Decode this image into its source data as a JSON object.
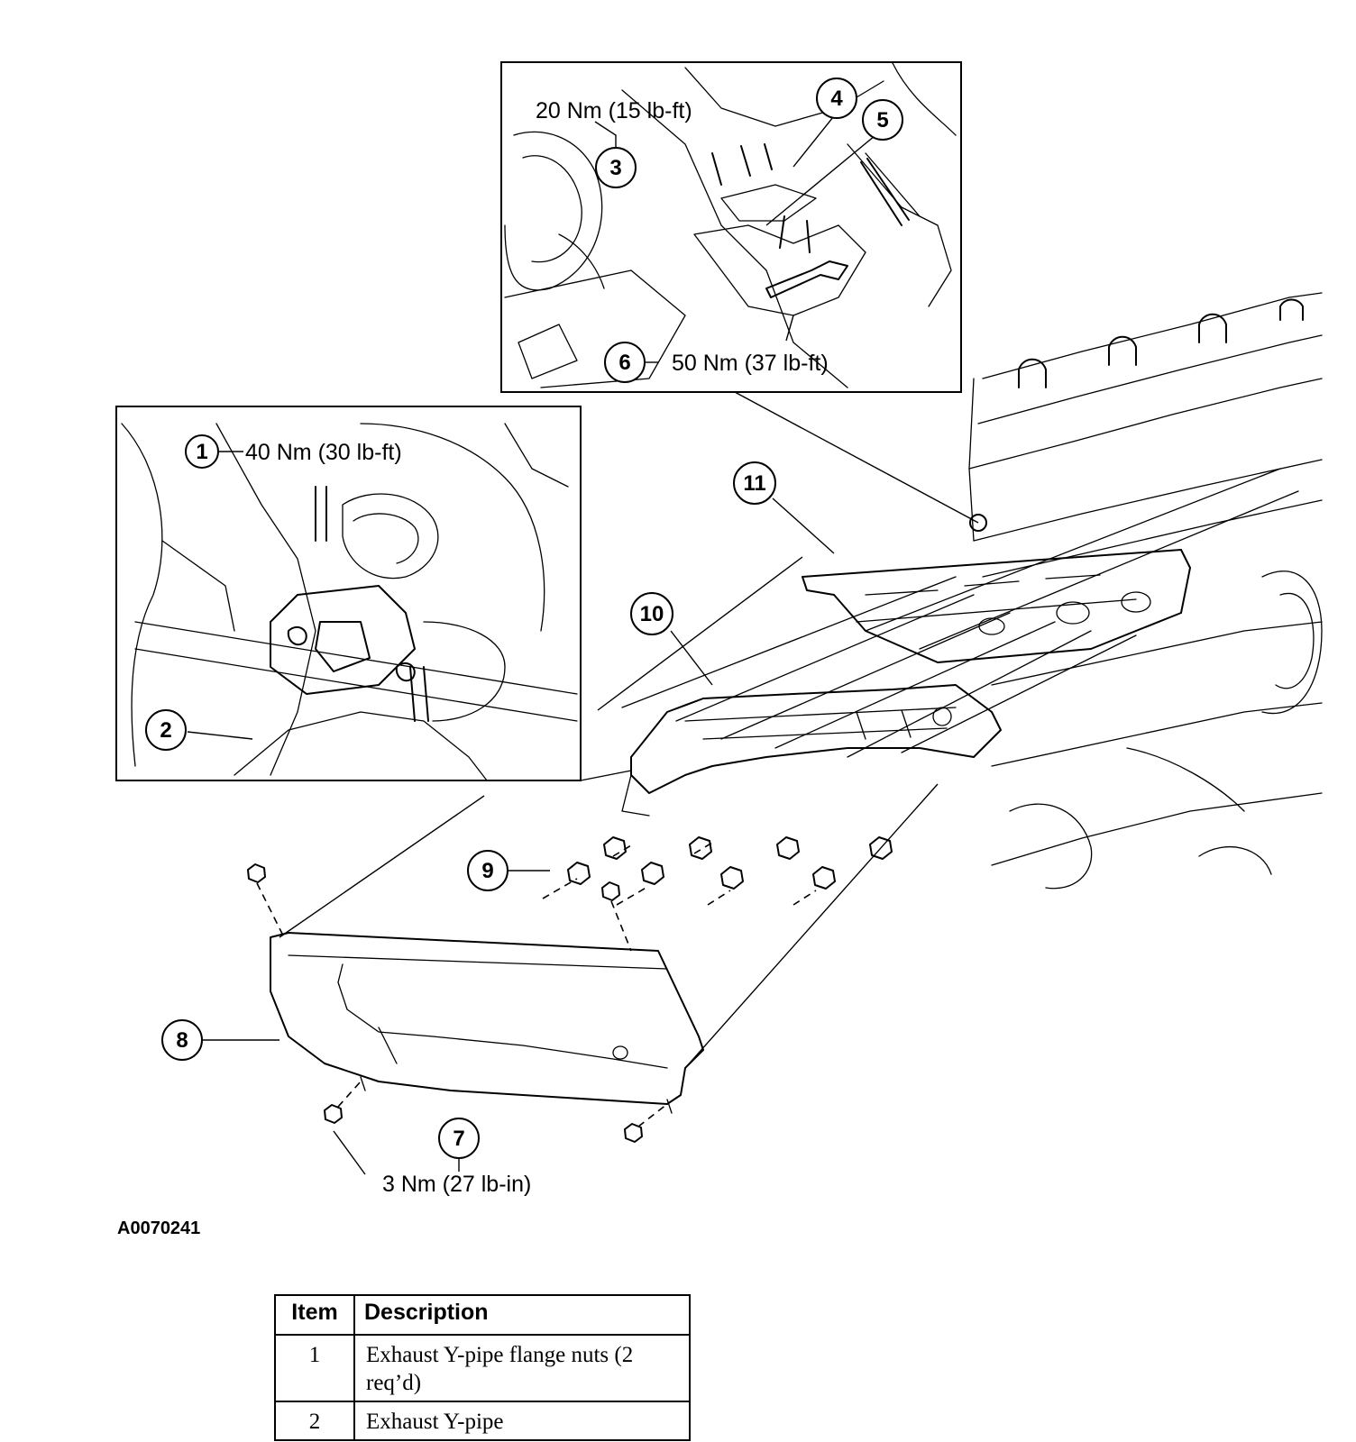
{
  "figure": {
    "code": "A0070241",
    "callouts": [
      {
        "number": "1",
        "torque": "40 Nm (30 lb-ft)"
      },
      {
        "number": "2",
        "torque": ""
      },
      {
        "number": "3",
        "torque": "20 Nm (15 lb-ft)"
      },
      {
        "number": "4",
        "torque": ""
      },
      {
        "number": "5",
        "torque": ""
      },
      {
        "number": "6",
        "torque": "50 Nm (37 lb-ft)"
      },
      {
        "number": "7",
        "torque": "3 Nm (27 lb-in)"
      },
      {
        "number": "8",
        "torque": ""
      },
      {
        "number": "9",
        "torque": ""
      },
      {
        "number": "10",
        "torque": ""
      },
      {
        "number": "11",
        "torque": ""
      }
    ]
  },
  "table": {
    "headers": {
      "item": "Item",
      "description": "Description"
    },
    "rows": [
      {
        "item": "1",
        "description": "Exhaust Y-pipe flange nuts (2 req’d)"
      },
      {
        "item": "2",
        "description": "Exhaust Y-pipe"
      }
    ]
  }
}
